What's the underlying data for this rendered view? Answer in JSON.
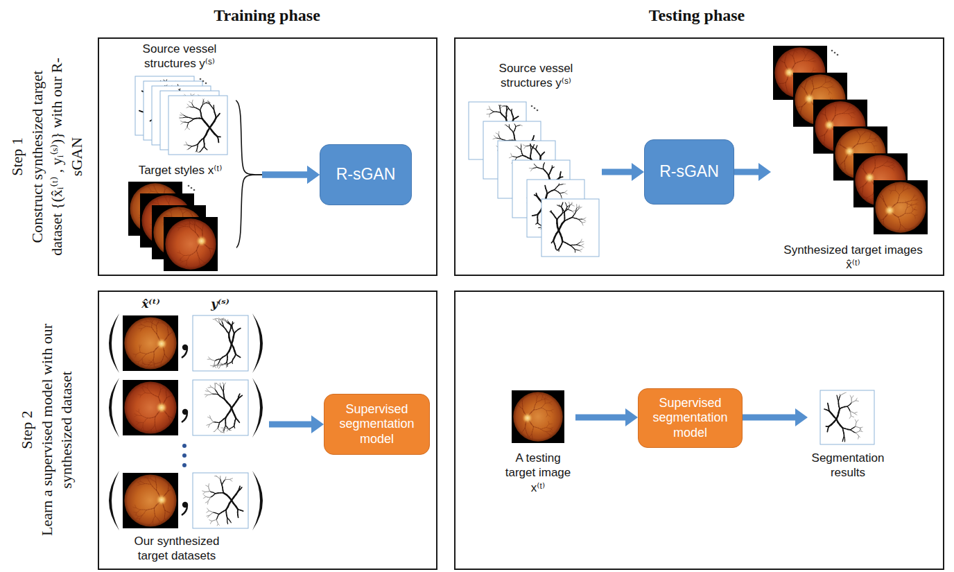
{
  "diagram": {
    "nodes": [
      {
        "text": []
      },
      {
        "text": [
          "Source vessel structures y⁽ˢ⁾"
        ],
        "in": 0
      },
      {
        "text": [
          "Target styles x⁽ᵗ⁾"
        ],
        "in": 0
      },
      {
        "text": [
          "R-sGAN"
        ],
        "in": 0
      },
      {
        "text": []
      },
      {
        "text": [
          "Source vessel structures y⁽ˢ⁾"
        ],
        "in": 4
      },
      {
        "text": [
          "R-sGAN"
        ],
        "in": 4
      },
      {
        "text": [
          "Synthesized target images x̂⁽ᵗ⁾"
        ],
        "in": 4
      },
      {
        "text": []
      },
      {
        "text": [
          "x̂⁽ᵗ⁾",
          "y⁽ˢ⁾",
          "Our synthesized target datasets"
        ],
        "in": 8
      },
      {
        "text": [
          "Supervised segmentation model"
        ],
        "in": 8
      },
      {
        "text": []
      },
      {
        "text": [
          "A testing target image x⁽ᵗ⁾"
        ],
        "in": 11
      },
      {
        "text": [
          "Supervised segmentation model"
        ],
        "in": 11
      },
      {
        "text": [
          "Segmentation results"
        ],
        "in": 11
      }
    ],
    "edges": [
      {
        "from": 1,
        "to": 3,
        "arrow": "to"
      },
      {
        "from": 2,
        "to": 3,
        "arrow": "to"
      },
      {
        "from": 5,
        "to": 6,
        "arrow": "to"
      },
      {
        "from": 6,
        "to": 7,
        "arrow": "to"
      },
      {
        "from": 9,
        "to": 10,
        "arrow": "to"
      },
      {
        "from": 12,
        "to": 13,
        "arrow": "to"
      },
      {
        "from": 13,
        "to": 14,
        "arrow": "to"
      }
    ],
    "labels": [
      "Training phase",
      "Testing phase",
      "Step 1",
      "Construct synthesized target dataset {(x̂ᵢ⁽ᵗ⁾ , yᵢ⁽ˢ⁾)} with our R-sGAN",
      "Step 2",
      "Learn a supervised model with our synthesized dataset"
    ]
  }
}
